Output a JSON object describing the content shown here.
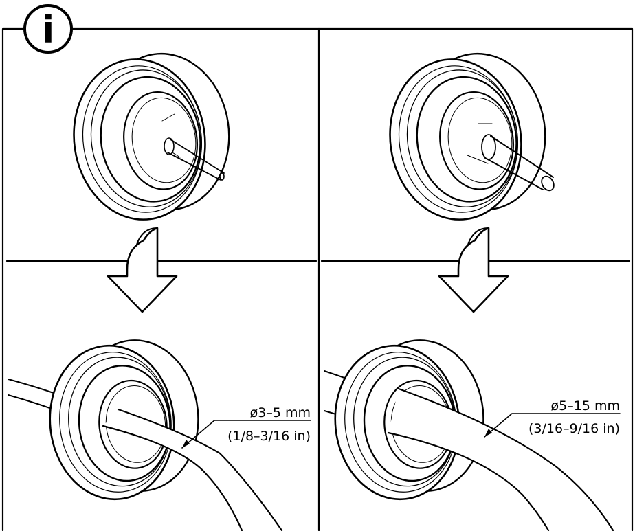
{
  "info_symbol": "i",
  "panels": {
    "left": {
      "diameter_mm": "ø3–5 mm",
      "diameter_in": "(1/8–3/16 in)"
    },
    "right": {
      "diameter_mm": "ø5–15 mm",
      "diameter_in": "(3/16–9/16 in)"
    }
  },
  "colors": {
    "line": "#000000",
    "background": "#ffffff"
  },
  "icons": [
    "info-icon",
    "down-arrow-icon",
    "grommet-icon",
    "cable-icon"
  ]
}
